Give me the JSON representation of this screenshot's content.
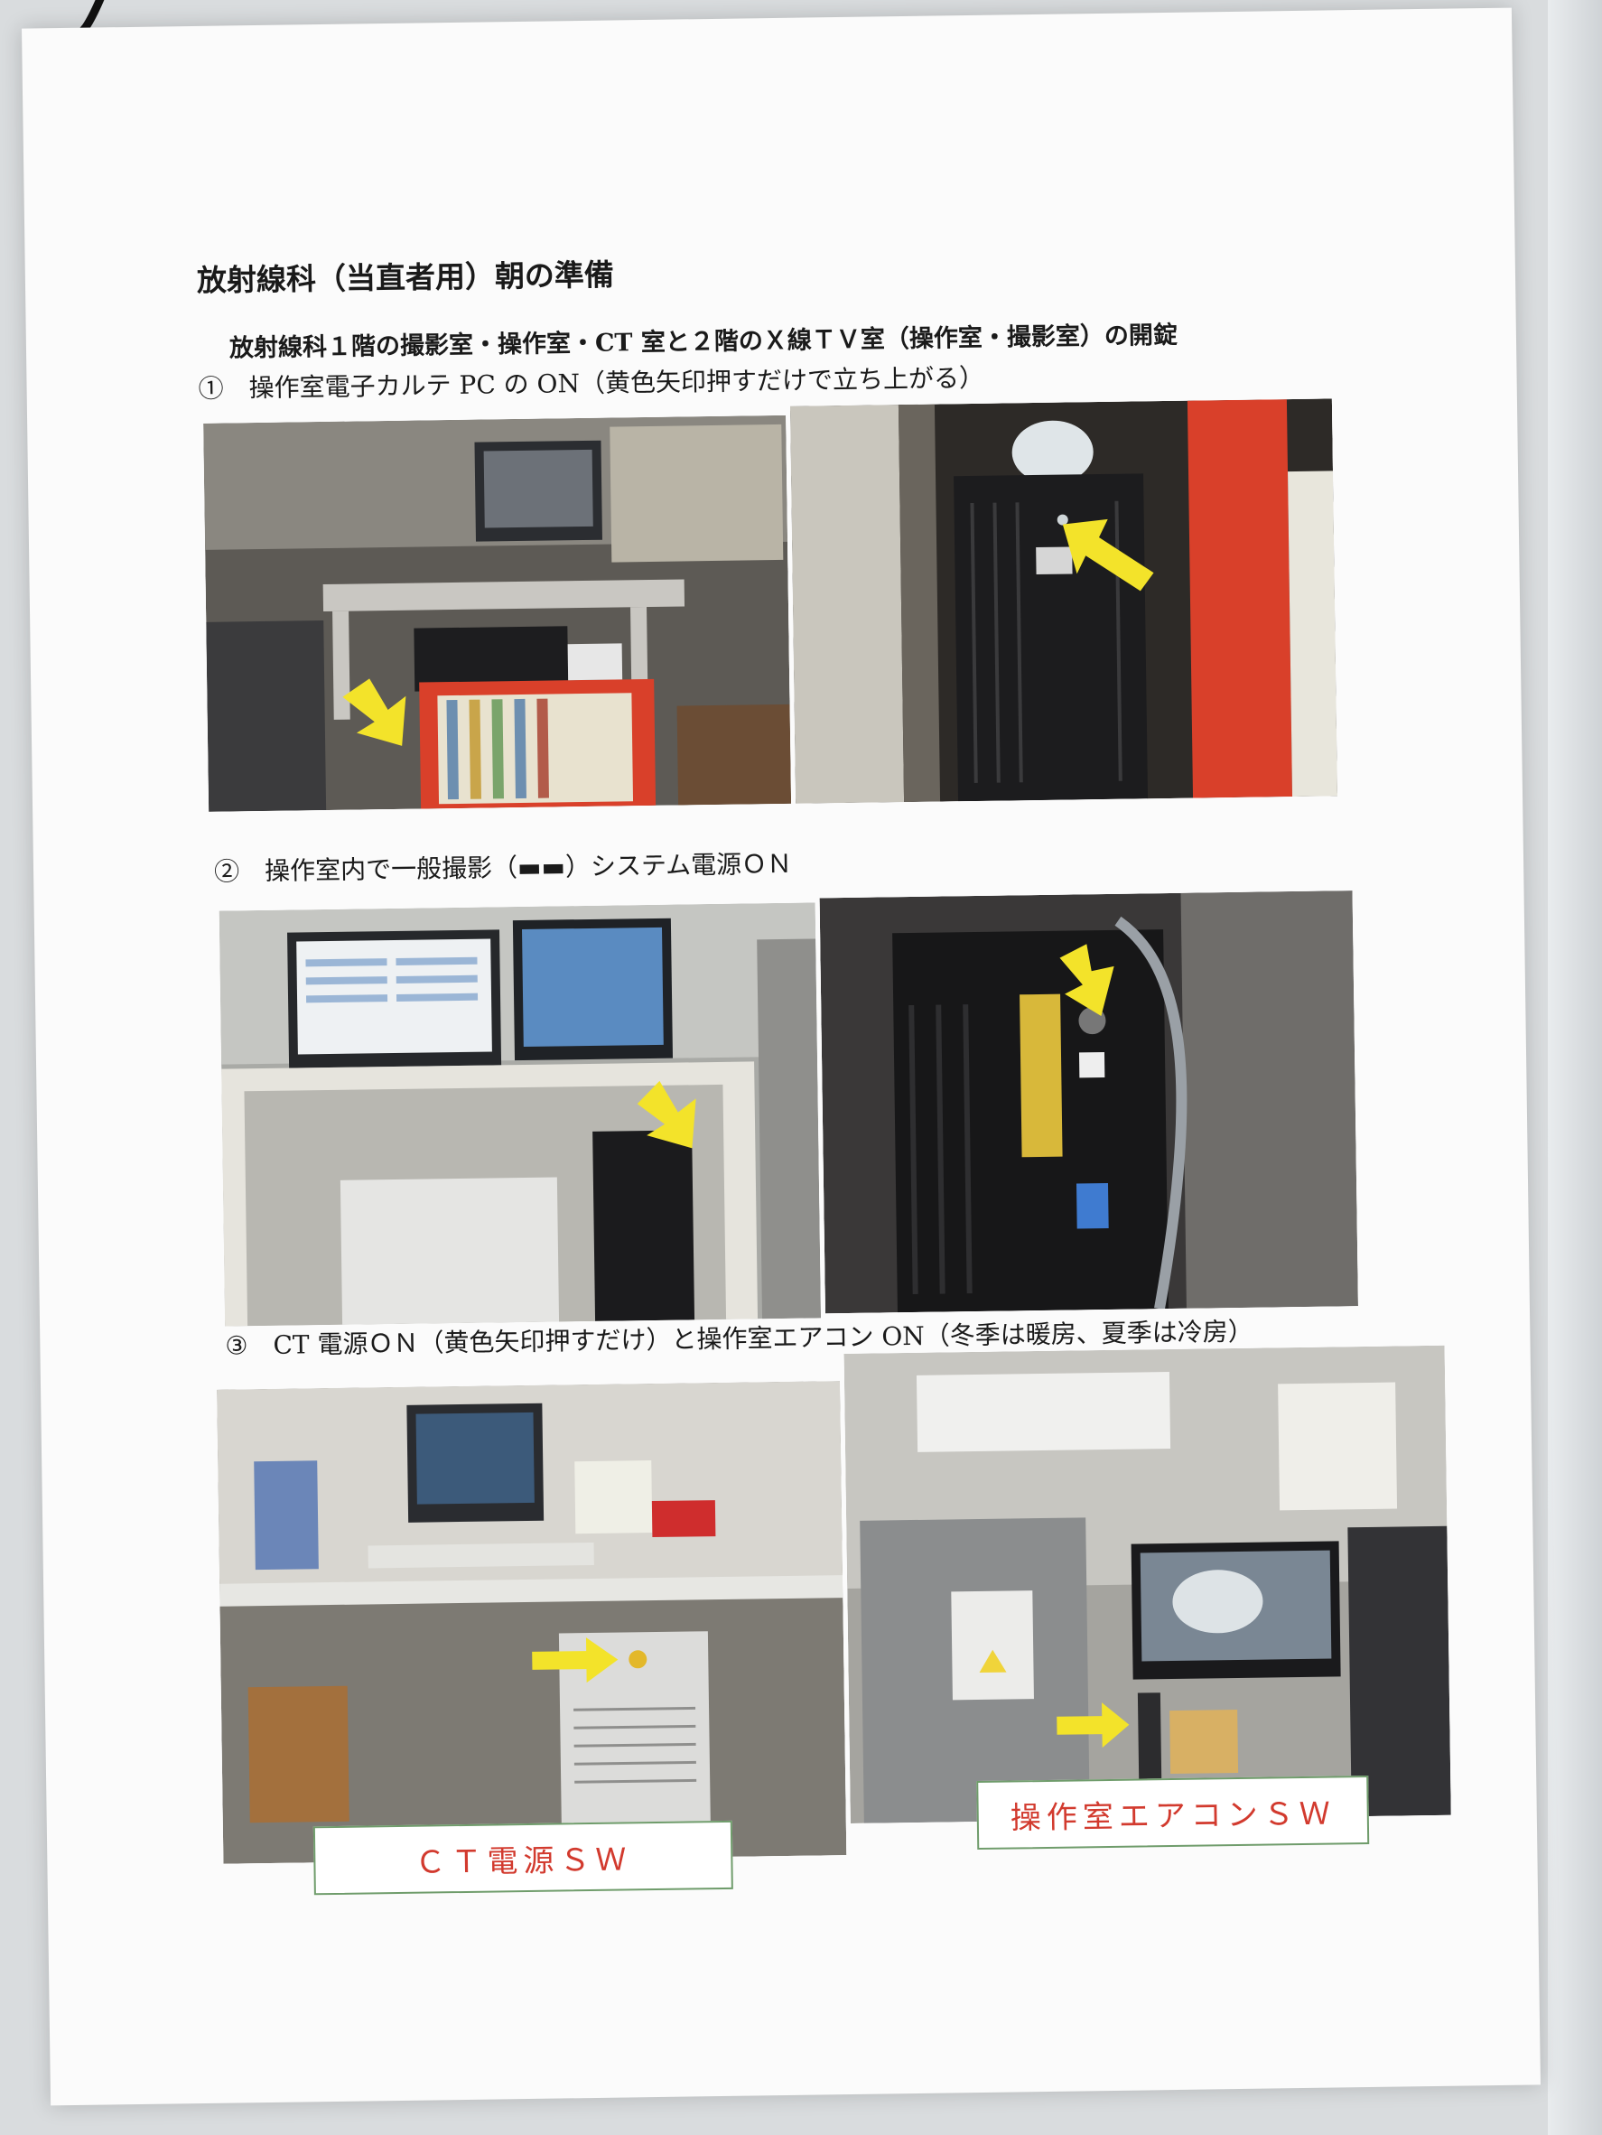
{
  "document": {
    "title": "放射線科（当直者用）朝の準備",
    "intro": "放射線科１階の撮影室・操作室・CT 室と２階のＸ線ＴＶ室（操作室・撮影室）の開錠",
    "step1": "①　操作室電子カルテ PC の ON（黄色矢印押すだけで立ち上がる）",
    "step2": "②　操作室内で一般撮影（▬▬）システム電源ＯＮ",
    "step3": "③　CT 電源ＯＮ（黄色矢印押すだけ）と操作室エアコン ON（冬季は暖房、夏季は冷房）"
  },
  "labels": {
    "ct_power": "ＣＴ電源ＳＷ",
    "aircon": "操作室エアコンＳＷ"
  },
  "colors": {
    "arrow": "#f3e32a",
    "label_text": "#d23a2e",
    "label_border": "#6f9c6b",
    "shelf_red": "#d9402a"
  },
  "icons": [
    "arrow-icon"
  ]
}
